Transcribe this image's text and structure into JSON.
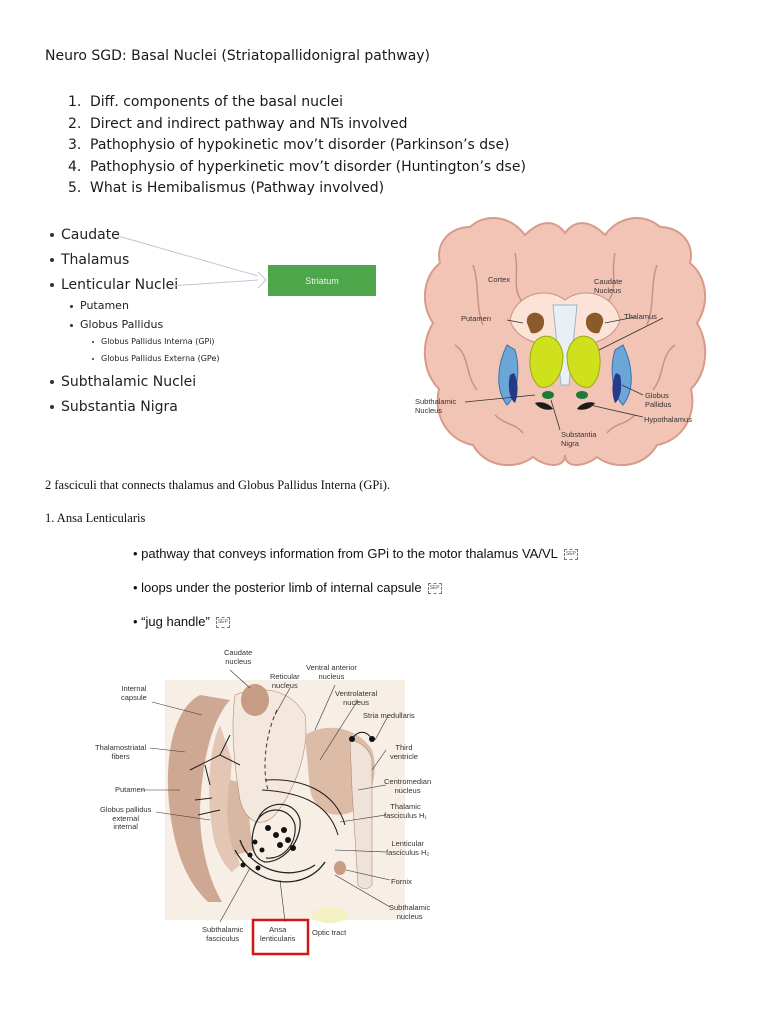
{
  "title": "Neuro SGD: Basal Nuclei (Striatopallidonigral pathway)",
  "objectives": [
    {
      "num": "1.",
      "text": "Diff. components of the basal nuclei"
    },
    {
      "num": "2.",
      "text": "Direct and indirect pathway and NTs involved"
    },
    {
      "num": "3.",
      "text": "Pathophysio of hypokinetic mov’t disorder (Parkinson’s dse)"
    },
    {
      "num": "4.",
      "text": "Pathophysio of hyperkinetic mov’t disorder (Huntington’s dse)"
    },
    {
      "num": "5.",
      "text": "What is Hemibalismus (Pathway involved)"
    }
  ],
  "components": {
    "caudate": "Caudate",
    "thalamus": "Thalamus",
    "lenticular": "Lenticular Nuclei",
    "putamen": "Putamen",
    "globus_pallidus": "Globus Pallidus",
    "gpi": "Globus Pallidus Interna (GPi)",
    "gpe": "Globus Pallidus Externa (GPe)",
    "subthalamic": "Subthalamic Nuclei",
    "substantia": "Substantia Nigra",
    "striatum_box": "Striatum"
  },
  "brain_labels": {
    "cortex": "Cortex",
    "caudate_1": "Caudate",
    "caudate_2": "Nucleus",
    "thalamus": "Thalamus",
    "putamen": "Putamen",
    "globus_1": "Globus",
    "globus_2": "Pallidus",
    "subthal_1": "Subthalamic",
    "subthal_2": "Nucleus",
    "hypothalamus": "Hypothalamus",
    "substantia_1": "Substantia",
    "substantia_2": "Nigra"
  },
  "fasciculi_intro": "2 fasciculi that connects thalamus and Globus Pallidus Interna (GPi).",
  "ansa_heading": "1. Ansa Lenticularis",
  "ansa_points": [
    "pathway that conveys information from GPi to the motor thalamus VA/VL",
    "loops under the posterior limb of internal capsule",
    "“jug handle”"
  ],
  "sep_mark": "SEP",
  "diagram_labels": {
    "caudate_1": "Caudate",
    "caudate_2": "nucleus",
    "internal_1": "Internal",
    "internal_2": "capsule",
    "reticular_1": "Reticular",
    "reticular_2": "nucleus",
    "ventral_ant_1": "Ventral anterior",
    "ventral_ant_2": "nucleus",
    "ventrolateral_1": "Ventrolateral",
    "ventrolateral_2": "nucleus",
    "stria": "Stria medullaris",
    "thalamostriatal_1": "Thalamostriatal",
    "thalamostriatal_2": "fibers",
    "third_1": "Third",
    "third_2": "ventricle",
    "centromedian_1": "Centromedian",
    "centromedian_2": "nucleus",
    "putamen": "Putamen",
    "thalamic_fasc_1": "Thalamic",
    "thalamic_fasc_2": "fasciculus H₁",
    "gp_1": "Globus pallidus",
    "gp_2": "external",
    "gp_3": "internal",
    "lenticular_fasc_1": "Lenticular",
    "lenticular_fasc_2": "fasciculus H₂",
    "fornix": "Fornix",
    "subthal_nuc_1": "Subthalamic",
    "subthal_nuc_2": "nucleus",
    "subthal_fasc_1": "Subthalamic",
    "subthal_fasc_2": "fasciculus",
    "ansa_1": "Ansa",
    "ansa_2": "lenticularis",
    "optic": "Optic tract"
  },
  "colors": {
    "striatum_box": "#4ea64a",
    "brain_tissue": "#f2c4b6",
    "highlight_box": "#d01818"
  }
}
